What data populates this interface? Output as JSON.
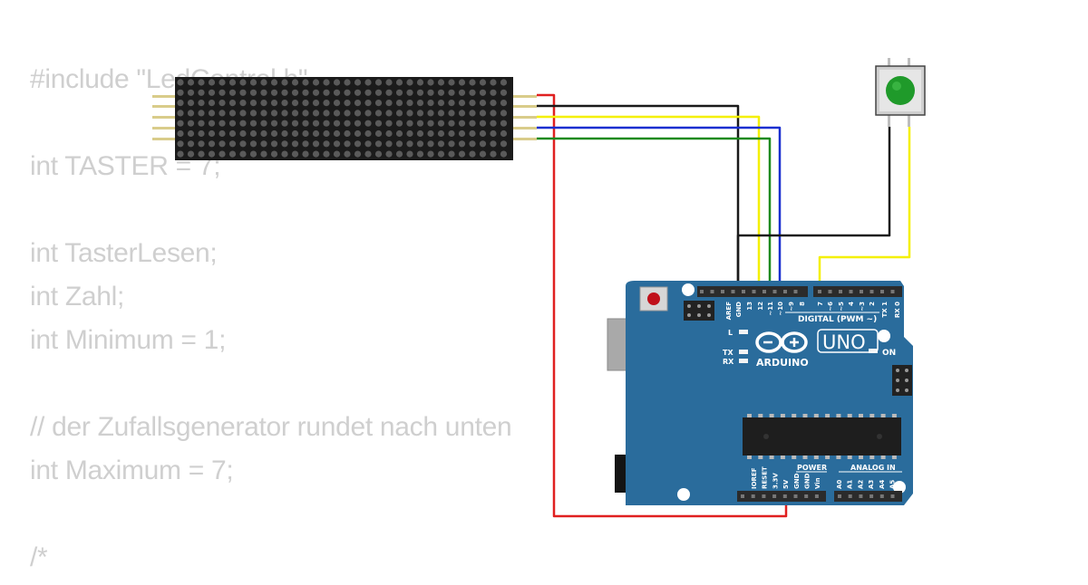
{
  "code_lines": [
    "#include \"LedControl.h\"",
    "",
    "int TASTER = 7;",
    "",
    "int TasterLesen;",
    "int Zahl;",
    "int Minimum = 1;",
    "",
    "// der Zufallsgenerator rundet nach unten",
    "int Maximum = 7;",
    "",
    "/*"
  ],
  "board": {
    "model": "UNO",
    "brand": "ARDUINO",
    "on_label": "ON",
    "l_label": "L",
    "tx_label": "TX",
    "rx_label": "RX",
    "digital_label": "DIGITAL (PWM ~)",
    "power_label": "POWER",
    "analog_label": "ANALOG IN",
    "top_pins": [
      "AREF",
      "GND",
      "13",
      "12",
      "~11",
      "~10",
      "~9",
      "8",
      "7",
      "~6",
      "~5",
      "4",
      "~3",
      "2",
      "TX 1",
      "RX 0"
    ],
    "power_pins": [
      "IOREF",
      "RESET",
      "3.3V",
      "5V",
      "GND",
      "GND",
      "Vin"
    ],
    "analog_pins": [
      "A0",
      "A1",
      "A2",
      "A3",
      "A4",
      "A5"
    ]
  },
  "colors": {
    "code_text": "#cfcfcf",
    "board_blue": "#2a6c9c",
    "wire_red": "#e02020",
    "wire_black": "#1a1a1a",
    "wire_yellow": "#f4f000",
    "wire_blue": "#1a2fd0",
    "wire_green": "#1e8a1e",
    "button_green": "#1f9a2a"
  }
}
